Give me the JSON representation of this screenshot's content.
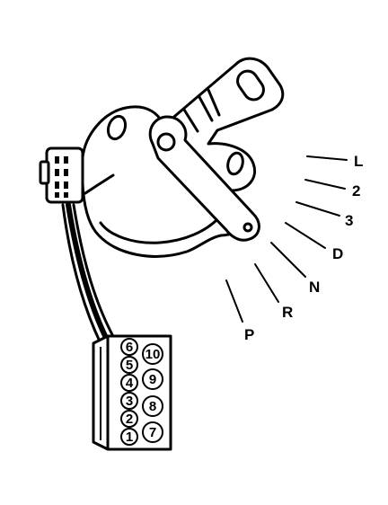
{
  "diagram": {
    "positions": [
      "L",
      "2",
      "3",
      "D",
      "N",
      "R",
      "P"
    ],
    "connector_pins": {
      "left_column": [
        "6",
        "5",
        "4",
        "3",
        "2",
        "1"
      ],
      "right_column": [
        "10",
        "9",
        "8",
        "7"
      ]
    }
  }
}
